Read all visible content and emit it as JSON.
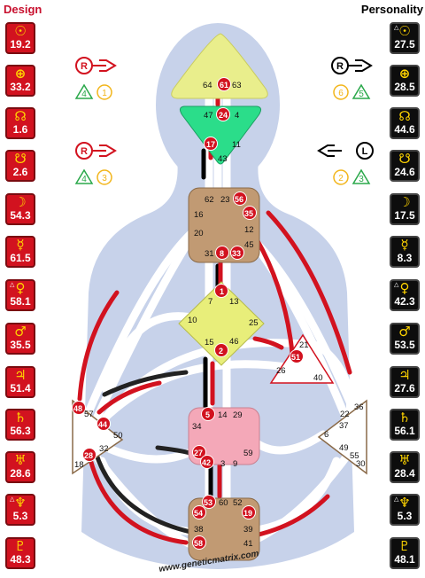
{
  "headers": {
    "design": "Design",
    "personality": "Personality"
  },
  "design": [
    {
      "symbol": "☉",
      "value": "19.2",
      "marker": ""
    },
    {
      "symbol": "⊕",
      "value": "33.2",
      "marker": ""
    },
    {
      "symbol": "☊",
      "value": "1.6",
      "marker": ""
    },
    {
      "symbol": "☋",
      "value": "2.6",
      "marker": ""
    },
    {
      "symbol": "☽",
      "value": "54.3",
      "marker": ""
    },
    {
      "symbol": "☿",
      "value": "61.5",
      "marker": ""
    },
    {
      "symbol": "♀",
      "value": "58.1",
      "marker": "△"
    },
    {
      "symbol": "♂",
      "value": "35.5",
      "marker": ""
    },
    {
      "symbol": "♃",
      "value": "51.4",
      "marker": ""
    },
    {
      "symbol": "♄",
      "value": "56.3",
      "marker": ""
    },
    {
      "symbol": "♅",
      "value": "28.6",
      "marker": ""
    },
    {
      "symbol": "♆",
      "value": "5.3",
      "marker": "△"
    },
    {
      "symbol": "♇",
      "value": "48.3",
      "marker": ""
    }
  ],
  "personality": [
    {
      "symbol": "☉",
      "value": "27.5",
      "marker": "△"
    },
    {
      "symbol": "⊕",
      "value": "28.5",
      "marker": ""
    },
    {
      "symbol": "☊",
      "value": "44.6",
      "marker": ""
    },
    {
      "symbol": "☋",
      "value": "24.6",
      "marker": ""
    },
    {
      "symbol": "☽",
      "value": "17.5",
      "marker": ""
    },
    {
      "symbol": "☿",
      "value": "8.3",
      "marker": ""
    },
    {
      "symbol": "♀",
      "value": "42.3",
      "marker": "△"
    },
    {
      "symbol": "♂",
      "value": "53.5",
      "marker": ""
    },
    {
      "symbol": "♃",
      "value": "27.6",
      "marker": ""
    },
    {
      "symbol": "♄",
      "value": "56.1",
      "marker": ""
    },
    {
      "symbol": "♅",
      "value": "28.4",
      "marker": ""
    },
    {
      "symbol": "♆",
      "value": "5.3",
      "marker": "△"
    },
    {
      "symbol": "♇",
      "value": "48.1",
      "marker": ""
    }
  ],
  "arrows": {
    "design_top": {
      "letter": "R",
      "triangle": "4",
      "circle": "1"
    },
    "design_bottom": {
      "letter": "R",
      "triangle": "4",
      "circle": "3"
    },
    "personality_top": {
      "letter": "R",
      "circle": "6",
      "triangle": "5"
    },
    "personality_bottom": {
      "letter": "L",
      "circle": "2",
      "triangle": "3"
    }
  },
  "colors": {
    "design": "#d2121f",
    "personality": "#000000",
    "head": "#e9ee8c",
    "ajna": "#2bdd8a",
    "throat": "#c19a73",
    "g": "#e8ee7a",
    "sacral": "#f4a8b8",
    "root": "#c19a73",
    "body": "#c7d2ea",
    "channel": "#ffffff"
  },
  "centers": {
    "head": [
      "64",
      "61",
      "63"
    ],
    "ajna": [
      "47",
      "24",
      "4",
      "17",
      "11",
      "43"
    ],
    "throat": [
      "62",
      "23",
      "56",
      "16",
      "35",
      "20",
      "12",
      "45",
      "31",
      "8",
      "33"
    ],
    "g": [
      "1",
      "7",
      "13",
      "10",
      "25",
      "15",
      "46",
      "2"
    ],
    "ego": [
      "21",
      "51",
      "26",
      "40"
    ],
    "spleen": [
      "48",
      "57",
      "44",
      "50",
      "32",
      "28",
      "18"
    ],
    "sacral": [
      "5",
      "14",
      "29",
      "34",
      "27",
      "59",
      "42",
      "3",
      "9"
    ],
    "solar": [
      "36",
      "22",
      "37",
      "6",
      "49",
      "55",
      "30"
    ],
    "root": [
      "53",
      "60",
      "52",
      "54",
      "19",
      "38",
      "39",
      "58",
      "41"
    ]
  },
  "watermark": "www.geneticmatrix.com"
}
